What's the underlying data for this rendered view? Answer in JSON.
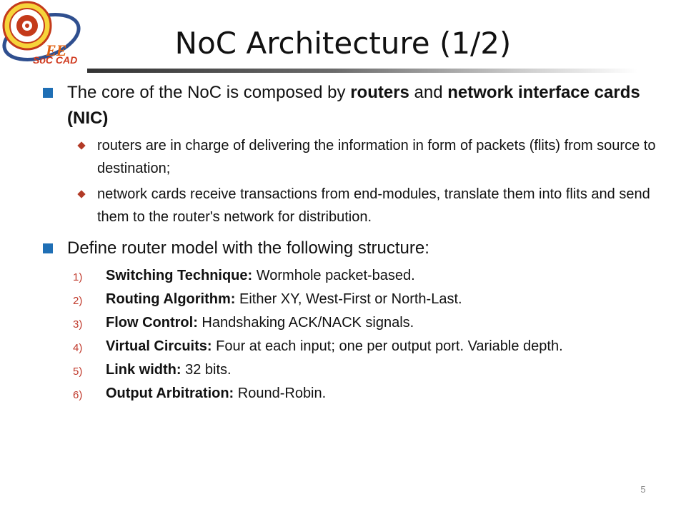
{
  "slide": {
    "title": "NoC Architecture (1/2)",
    "page_number": "5",
    "logo": {
      "ee_text": "EE",
      "cad_text": "SoC CAD"
    },
    "colors": {
      "bullet_square": "#1f6fb5",
      "sub_bullet": "#b23a26",
      "number": "#c0392b"
    }
  },
  "bullets": [
    {
      "parts": [
        {
          "text": "The core of the NoC is composed by ",
          "bold": false
        },
        {
          "text": "routers",
          "bold": true
        },
        {
          "text": " and ",
          "bold": false
        },
        {
          "text": "network interface cards (NIC)",
          "bold": true
        }
      ],
      "sub": [
        "routers are in charge of delivering the information in form of packets (flits) from source to destination;",
        "network cards receive transactions from end-modules, translate them into flits and send them to the router's network for distribution."
      ]
    },
    {
      "text": "Define router model with the following structure:",
      "items": [
        {
          "num": "1)",
          "label": "Switching Technique:",
          "value": " Wormhole packet-based."
        },
        {
          "num": "2)",
          "label": "Routing Algorithm:",
          "value": " Either XY, West-First or North-Last."
        },
        {
          "num": "3)",
          "label": "Flow Control:",
          "value": " Handshaking ACK/NACK signals."
        },
        {
          "num": "4)",
          "label": "Virtual Circuits:",
          "value": " Four at each input; one per output port. Variable depth."
        },
        {
          "num": "5)",
          "label": "Link width:",
          "value": " 32 bits."
        },
        {
          "num": "6)",
          "label": "Output Arbitration:",
          "value": " Round-Robin."
        }
      ]
    }
  ]
}
